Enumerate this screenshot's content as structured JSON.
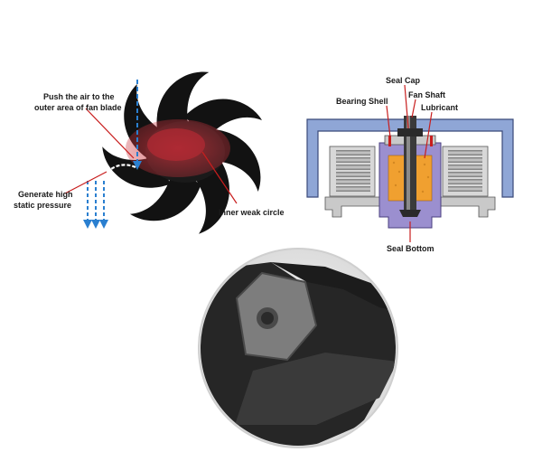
{
  "fan_diagram": {
    "labels": {
      "push_air_line1": "Push the air to the",
      "push_air_line2": "outer area of fan blade",
      "generate_line1": "Generate high",
      "generate_line2": "static pressure",
      "inner_weak_circle": "Inner weak circle"
    },
    "colors": {
      "blade": "#111111",
      "highlight": "#c8323c",
      "airflow_arrow": "#2a7fd0",
      "leader_line": "#c81e1e"
    }
  },
  "bearing_diagram": {
    "labels": {
      "seal_cap": "Seal Cap",
      "bearing_shell": "Bearing Shell",
      "fan_shaft": "Fan Shaft",
      "lubricant": "Lubricant",
      "seal_bottom": "Seal Bottom"
    },
    "colors": {
      "housing": "#8fa6d6",
      "lubricant": "#f0a030",
      "seal": "#9b8fcf",
      "shaft": "#333333"
    }
  },
  "closeup_photo": {
    "colors": {
      "surround": "#e8e8e8",
      "plastic": "#2a2a2a",
      "hub": "#7d7d7d"
    }
  }
}
